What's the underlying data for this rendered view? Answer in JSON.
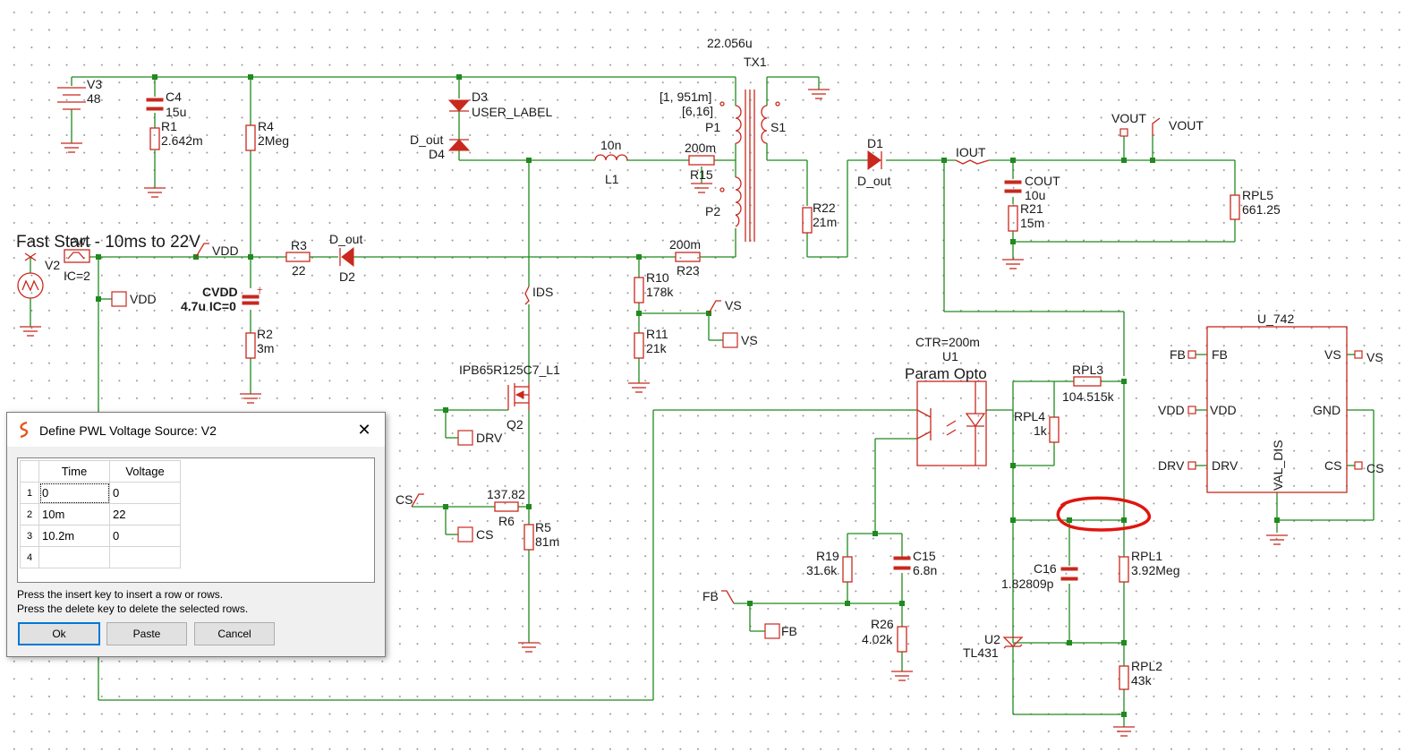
{
  "schematic": {
    "labels": {
      "v3": "V3",
      "v3_val": "48",
      "c4": "C4",
      "c4_val": "15u",
      "r1": "R1",
      "r1_val": "2.642m",
      "r4": "R4",
      "r4_val": "2Meg",
      "d3": "D3",
      "d3_val": "USER_LABEL",
      "d4_model": "D_out",
      "d4": "D4",
      "l1_val": "10n",
      "l1": "L1",
      "r15_val": "200m",
      "r15": "R15",
      "tx1_val": "22.056u",
      "tx1": "TX1",
      "p1_turns": "[1, 951m]",
      "p1_turns2": "[6,16]",
      "p1": "P1",
      "p2": "P2",
      "s1": "S1",
      "r22": "R22",
      "r22_val": "21m",
      "d1": "D1",
      "d1_model": "D_out",
      "iout": "IOUT",
      "vout_pin": "VOUT",
      "vout_port": "VOUT",
      "cout": "COUT",
      "cout_val": "10u",
      "r21": "R21",
      "r21_val": "15m",
      "rpl5": "RPL5",
      "rpl5_val": "661.25",
      "fast_start": "Fast Start - 10ms to 22V",
      "v2_prefix": "PWL",
      "v2": "V2",
      "v2_ic": "IC=2",
      "vdd_port1": "VDD",
      "vdd_port2": "VDD",
      "r3": "R3",
      "r3_val": "22",
      "d2_model": "D_out",
      "d2": "D2",
      "r23_val": "200m",
      "r23": "R23",
      "cvdd": "CVDD",
      "cvdd_val": "4.7u IC=0",
      "r2": "R2",
      "r2_val": "3m",
      "ids": "IDS",
      "r10": "R10",
      "r10_val": "178k",
      "r11": "R11",
      "r11_val": "21k",
      "vs_port1": "VS",
      "vs_port2": "VS",
      "q2_model": "IPB65R125C7_L1",
      "q2": "Q2",
      "drv_port": "DRV",
      "cs_port1": "CS",
      "cs_port2": "CS",
      "r6_val": "137.82",
      "r6": "R6",
      "r5": "R5",
      "r5_val": "81m",
      "ctr": "CTR=200m",
      "u1": "U1",
      "param_opto": "Param Opto",
      "rpl3": "RPL3",
      "rpl3_val": "104.515k",
      "rpl4": "RPL4",
      "rpl4_val": "1k",
      "r19": "R19",
      "r19_val": "31.6k",
      "c15": "C15",
      "c15_val": "6.8n",
      "fb_port1": "FB",
      "fb_port2": "FB",
      "r26": "R26",
      "r26_val": "4.02k",
      "c16": "C16",
      "c16_val": "1.82809p",
      "rpl1": "RPL1",
      "rpl1_val": "3.92Meg",
      "u2": "U2",
      "u2_val": "TL431",
      "rpl2": "RPL2",
      "rpl2_val": "43k",
      "u742": "U_742",
      "u742_fb_ext": "FB",
      "u742_fb": "FB",
      "u742_vdd_ext": "VDD",
      "u742_vdd": "VDD",
      "u742_drv_ext": "DRV",
      "u742_drv": "DRV",
      "u742_vs": "VS",
      "u742_vs_ext": "VS",
      "u742_gnd": "GND",
      "u742_cs": "CS",
      "u742_cs_ext": "CS",
      "u742_val": "VAL_DIS"
    }
  },
  "dialog": {
    "title": "Define PWL Voltage Source: V2",
    "close": "✕",
    "columns": {
      "time": "Time",
      "voltage": "Voltage"
    },
    "rows": [
      {
        "n": "1",
        "time": "0",
        "voltage": "0"
      },
      {
        "n": "2",
        "time": "10m",
        "voltage": "22"
      },
      {
        "n": "3",
        "time": "10.2m",
        "voltage": "0"
      },
      {
        "n": "4",
        "time": "",
        "voltage": ""
      }
    ],
    "hint1": "Press the insert key to insert a row or rows.",
    "hint2": "Press the delete key to delete the selected rows.",
    "buttons": {
      "ok": "Ok",
      "paste": "Paste",
      "cancel": "Cancel"
    }
  }
}
